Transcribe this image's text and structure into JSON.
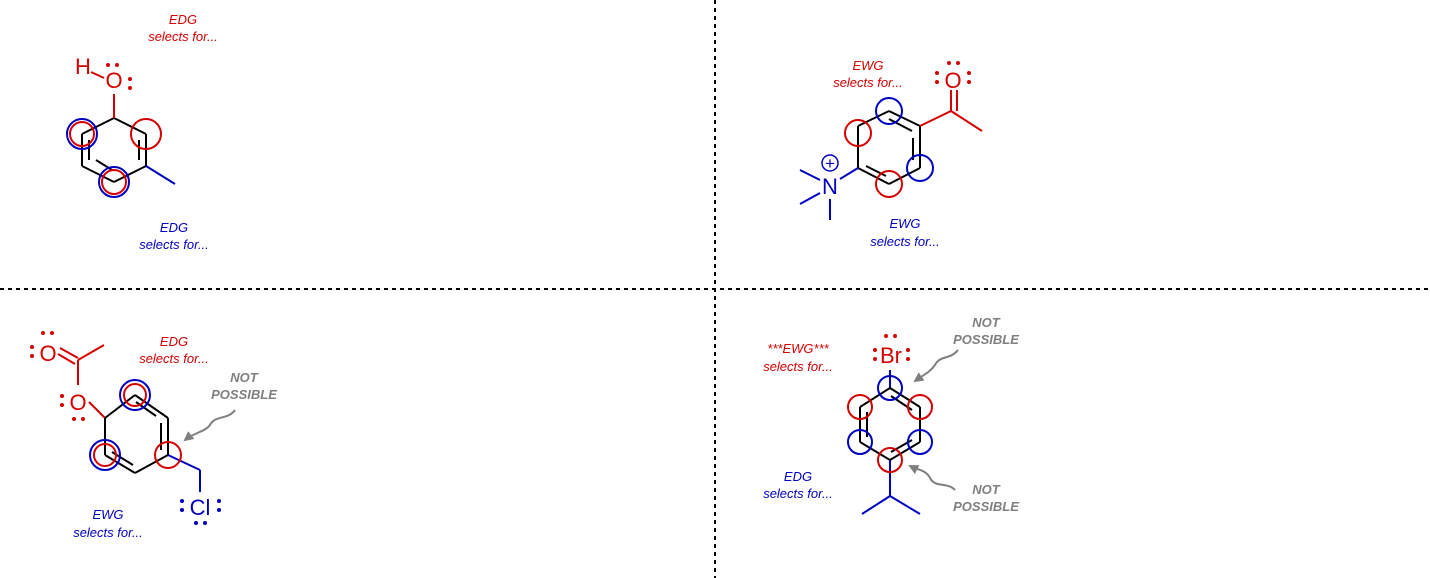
{
  "colors": {
    "red": "#d40000",
    "blue": "#0000c0",
    "black": "#000000",
    "gray": "#7f7f7f"
  },
  "panels": {
    "top_left": {
      "edg_top": [
        "EDG",
        "selects for..."
      ],
      "edg_bottom": [
        "EDG",
        "selects for..."
      ],
      "atoms": {
        "oxygen": "O",
        "hydrogen": "H"
      }
    },
    "top_right": {
      "ewg_top": [
        "EWG",
        "selects for..."
      ],
      "ewg_bottom": [
        "EWG",
        "selects for..."
      ],
      "atoms": {
        "oxygen": "O",
        "nitrogen": "N",
        "charge": "+"
      }
    },
    "bottom_left": {
      "edg": [
        "EDG",
        "selects for..."
      ],
      "ewg": [
        "EWG",
        "selects for..."
      ],
      "not_possible": [
        "NOT",
        "POSSIBLE"
      ],
      "atoms": {
        "carbonyl_oxygen": "O",
        "ether_oxygen": "O",
        "chlorine": "Cl"
      }
    },
    "bottom_right": {
      "ewg": [
        "***EWG***",
        "selects for..."
      ],
      "edg": [
        "EDG",
        "selects for..."
      ],
      "not_possible_top": [
        "NOT",
        "POSSIBLE"
      ],
      "not_possible_bottom": [
        "NOT",
        "POSSIBLE"
      ],
      "atoms": {
        "bromine": "Br"
      }
    }
  }
}
